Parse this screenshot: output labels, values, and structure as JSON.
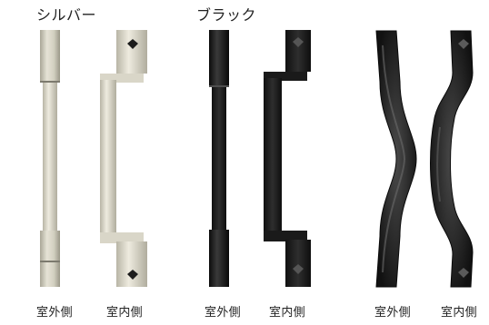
{
  "groups": [
    {
      "title": "シルバー",
      "color": "#d6d3c4",
      "labels": [
        "室外側",
        "室内側"
      ]
    },
    {
      "title": "ブラック",
      "color": "#1e1e1e",
      "labels": [
        "室外側",
        "室内側"
      ]
    },
    {
      "title": "",
      "color": "#1c1c1c",
      "labels": [
        "室外側",
        "室内側"
      ]
    }
  ]
}
